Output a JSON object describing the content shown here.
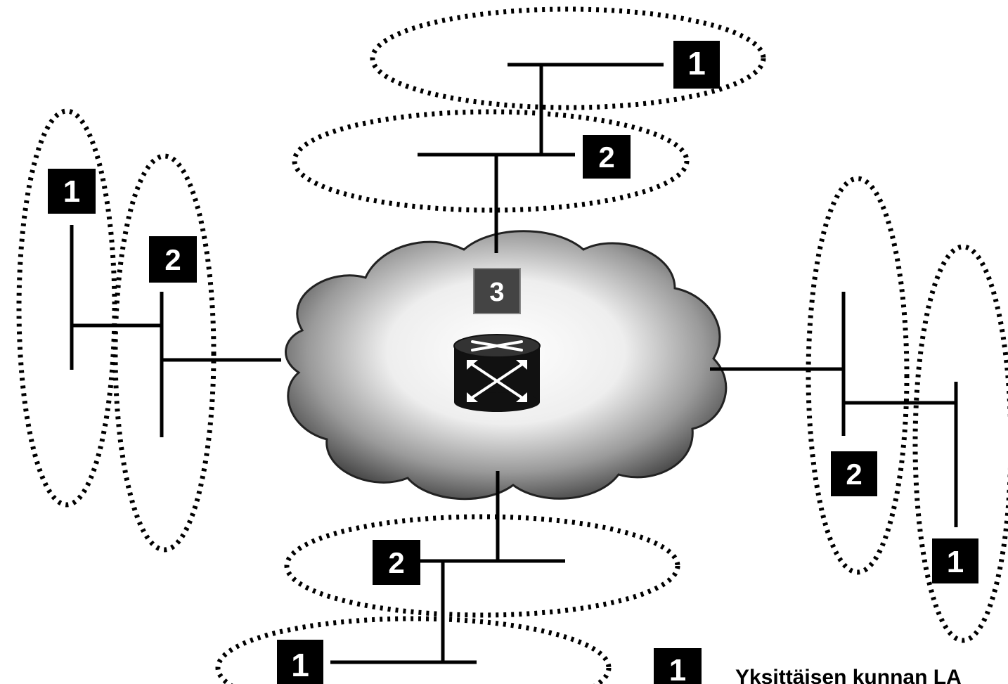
{
  "badges": {
    "top_building_1": "1",
    "top_building_2": "2",
    "left_building_1": "1",
    "left_building_2": "2",
    "right_building_2": "2",
    "right_building_1": "1",
    "bottom_building_2": "2",
    "bottom_building_1": "1",
    "core_3": "3"
  },
  "legend": {
    "badge": "1",
    "text": "Yksittäisen kunnan LA"
  },
  "colors": {
    "line": "#000000",
    "badge_fill": "#000000",
    "badge_text": "#ffffff",
    "cloud_outer": "#2e2e2e",
    "cloud_inner": "#f4f4f4"
  },
  "icons": {
    "core": "router-switch-icon"
  }
}
